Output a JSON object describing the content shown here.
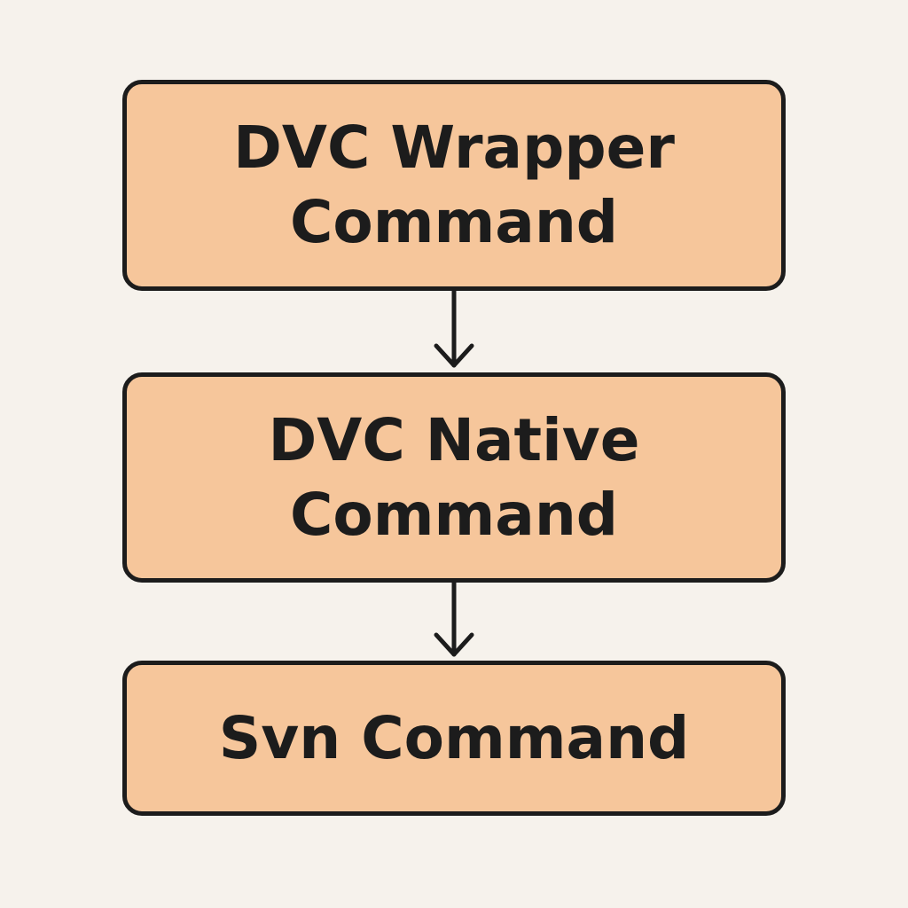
{
  "boxes": [
    {
      "lines": [
        "DVC Wrapper",
        "Command"
      ]
    },
    {
      "lines": [
        "DVC Native",
        "Command"
      ]
    },
    {
      "lines": [
        "Svn Command"
      ]
    }
  ],
  "colors": {
    "background": "#f6f2ec",
    "box_fill": "#f6c69b",
    "stroke": "#1c1c1c"
  }
}
